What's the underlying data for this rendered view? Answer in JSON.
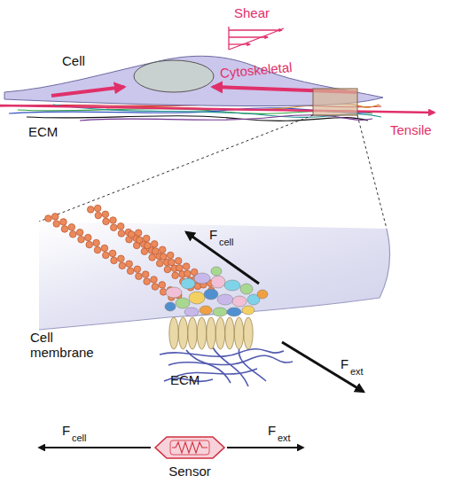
{
  "diagram": {
    "nodes": [
      {
        "text": [
          "Sensor"
        ]
      }
    ],
    "labels": [
      "Shear",
      "Cell",
      "Cytoskeletal",
      "ECM",
      "Tensile",
      "F",
      "cell",
      "Cell membrane",
      "F",
      "ext",
      "ECM",
      "F",
      "cell",
      "F",
      "ext"
    ]
  }
}
